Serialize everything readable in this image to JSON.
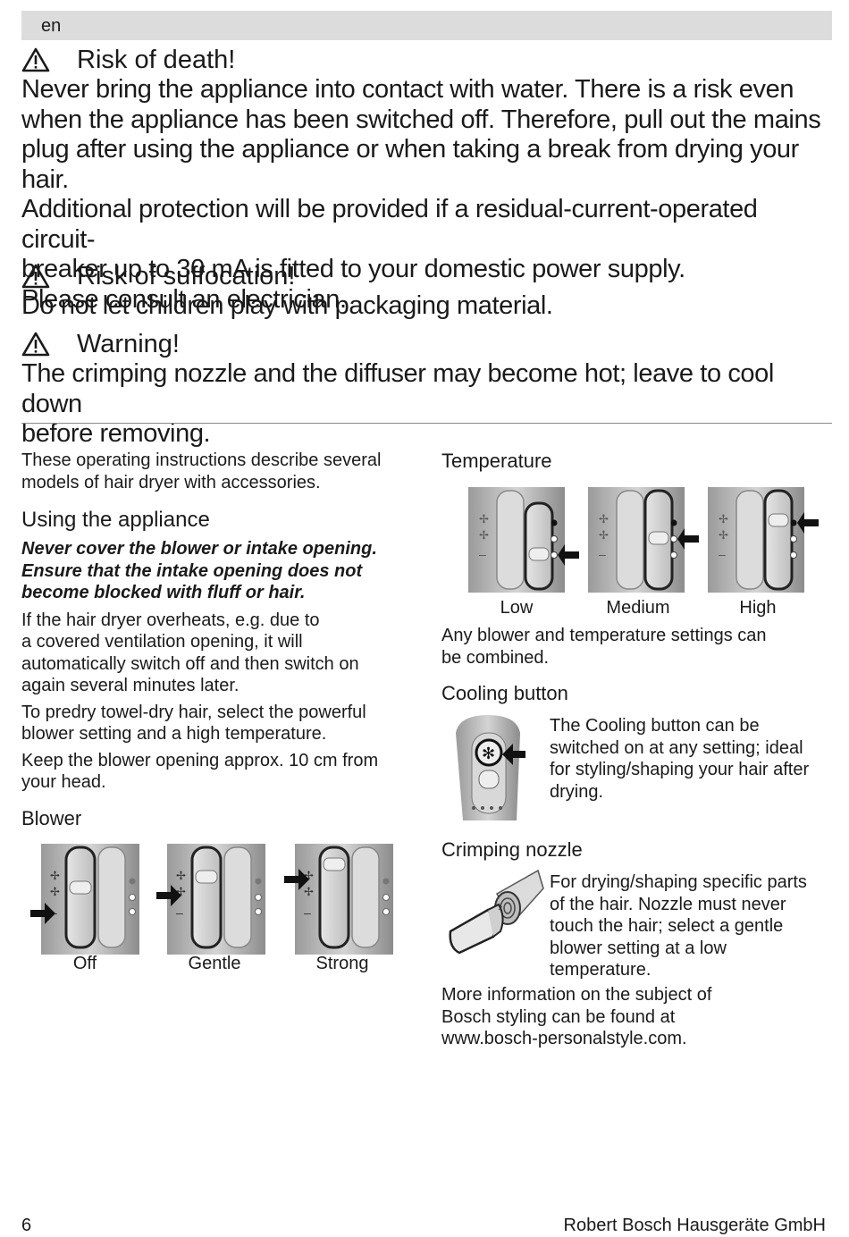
{
  "header": {
    "lang": "en"
  },
  "warnings": [
    {
      "title": "Risk of death!",
      "lines": [
        "Never bring the appliance into contact with water. There is a risk even",
        "when the appliance has been switched off. Therefore, pull out the mains",
        "plug after using the appliance or when taking a break from drying your hair.",
        "Additional protection will be provided if a residual-current-operated circuit-",
        "breaker up to 30 mA is fitted to your domestic power supply.",
        "Please consult an electrician."
      ]
    },
    {
      "title": "Risk of suffocation!",
      "lines": [
        "Do not let children play with packaging material."
      ]
    },
    {
      "title": "Warning!",
      "lines": [
        "The crimping nozzle and the diffuser may become hot; leave to cool down",
        "before removing."
      ]
    }
  ],
  "left": {
    "intro": [
      "These operating instructions describe several",
      "models of hair dryer with accessories."
    ],
    "using_title": "Using the appliance",
    "caution": [
      "Never cover the blower or intake opening.",
      "Ensure that the intake opening does not",
      "become blocked with fluff or hair."
    ],
    "p1": [
      "If the hair dryer overheats, e.g. due to",
      "a covered ventilation opening, it will",
      "automatically switch off and then switch on",
      "again several minutes later."
    ],
    "p2": [
      "To predry towel-dry hair, select the powerful",
      "blower setting and a high temperature."
    ],
    "p3": [
      "Keep the blower opening approx. 10 cm from",
      "your head."
    ],
    "blower_title": "Blower",
    "blower_captions": [
      "Off",
      "Gentle",
      "Strong"
    ]
  },
  "right": {
    "temp_title": "Temperature",
    "temp_captions": [
      "Low",
      "Medium",
      "High"
    ],
    "combine": [
      "Any blower and temperature settings can",
      "be combined."
    ],
    "cooling_title": "Cooling button",
    "cooling_text": [
      "The Cooling button can be",
      "switched on at any setting; ideal",
      "for styling/shaping your hair after",
      "drying."
    ],
    "crimp_title": "Crimping nozzle",
    "crimp_text": [
      "For drying/shaping specific parts",
      "of the hair. Nozzle must never",
      "touch the hair; select a gentle",
      "blower setting at a low",
      "temperature."
    ],
    "more": [
      "More information on the subject of",
      "Bosch styling can be found at",
      "www.bosch-personalstyle.com."
    ]
  },
  "footer": {
    "page": "6",
    "company": "Robert Bosch Hausgeräte GmbH"
  }
}
